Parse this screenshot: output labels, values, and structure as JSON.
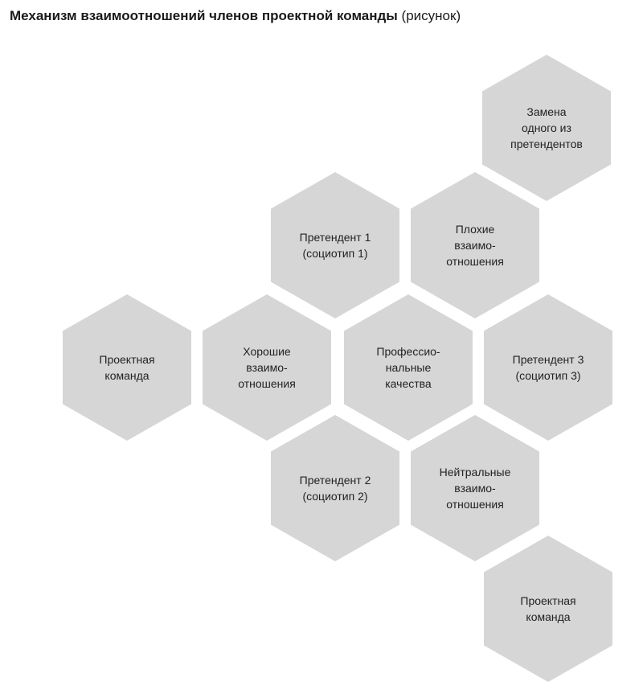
{
  "title": {
    "bold": "Механизм взаимоотношений членов проектной команды",
    "normal": " (рисунок)"
  },
  "cells": {
    "replacement": "Замена\nодного из\nпретендентов",
    "candidate1": "Претендент 1\n(социотип 1)",
    "bad_relations": "Плохие\nвзаимо-\nотношения",
    "team_left": "Проектная\nкоманда",
    "good_relations": "Хорошие\nвзаимо-\nотношения",
    "professional": "Профессио-\nнальные\nкачества",
    "candidate3": "Претендент 3\n(социотип 3)",
    "candidate2": "Претендент 2\n(социотип 2)",
    "neutral_relations": "Нейтральные\nвзаимо-\nотношения",
    "team_bottom": "Проектная\nкоманда"
  },
  "colors": {
    "hex_fill": "#d6d6d6",
    "text": "#222222"
  }
}
